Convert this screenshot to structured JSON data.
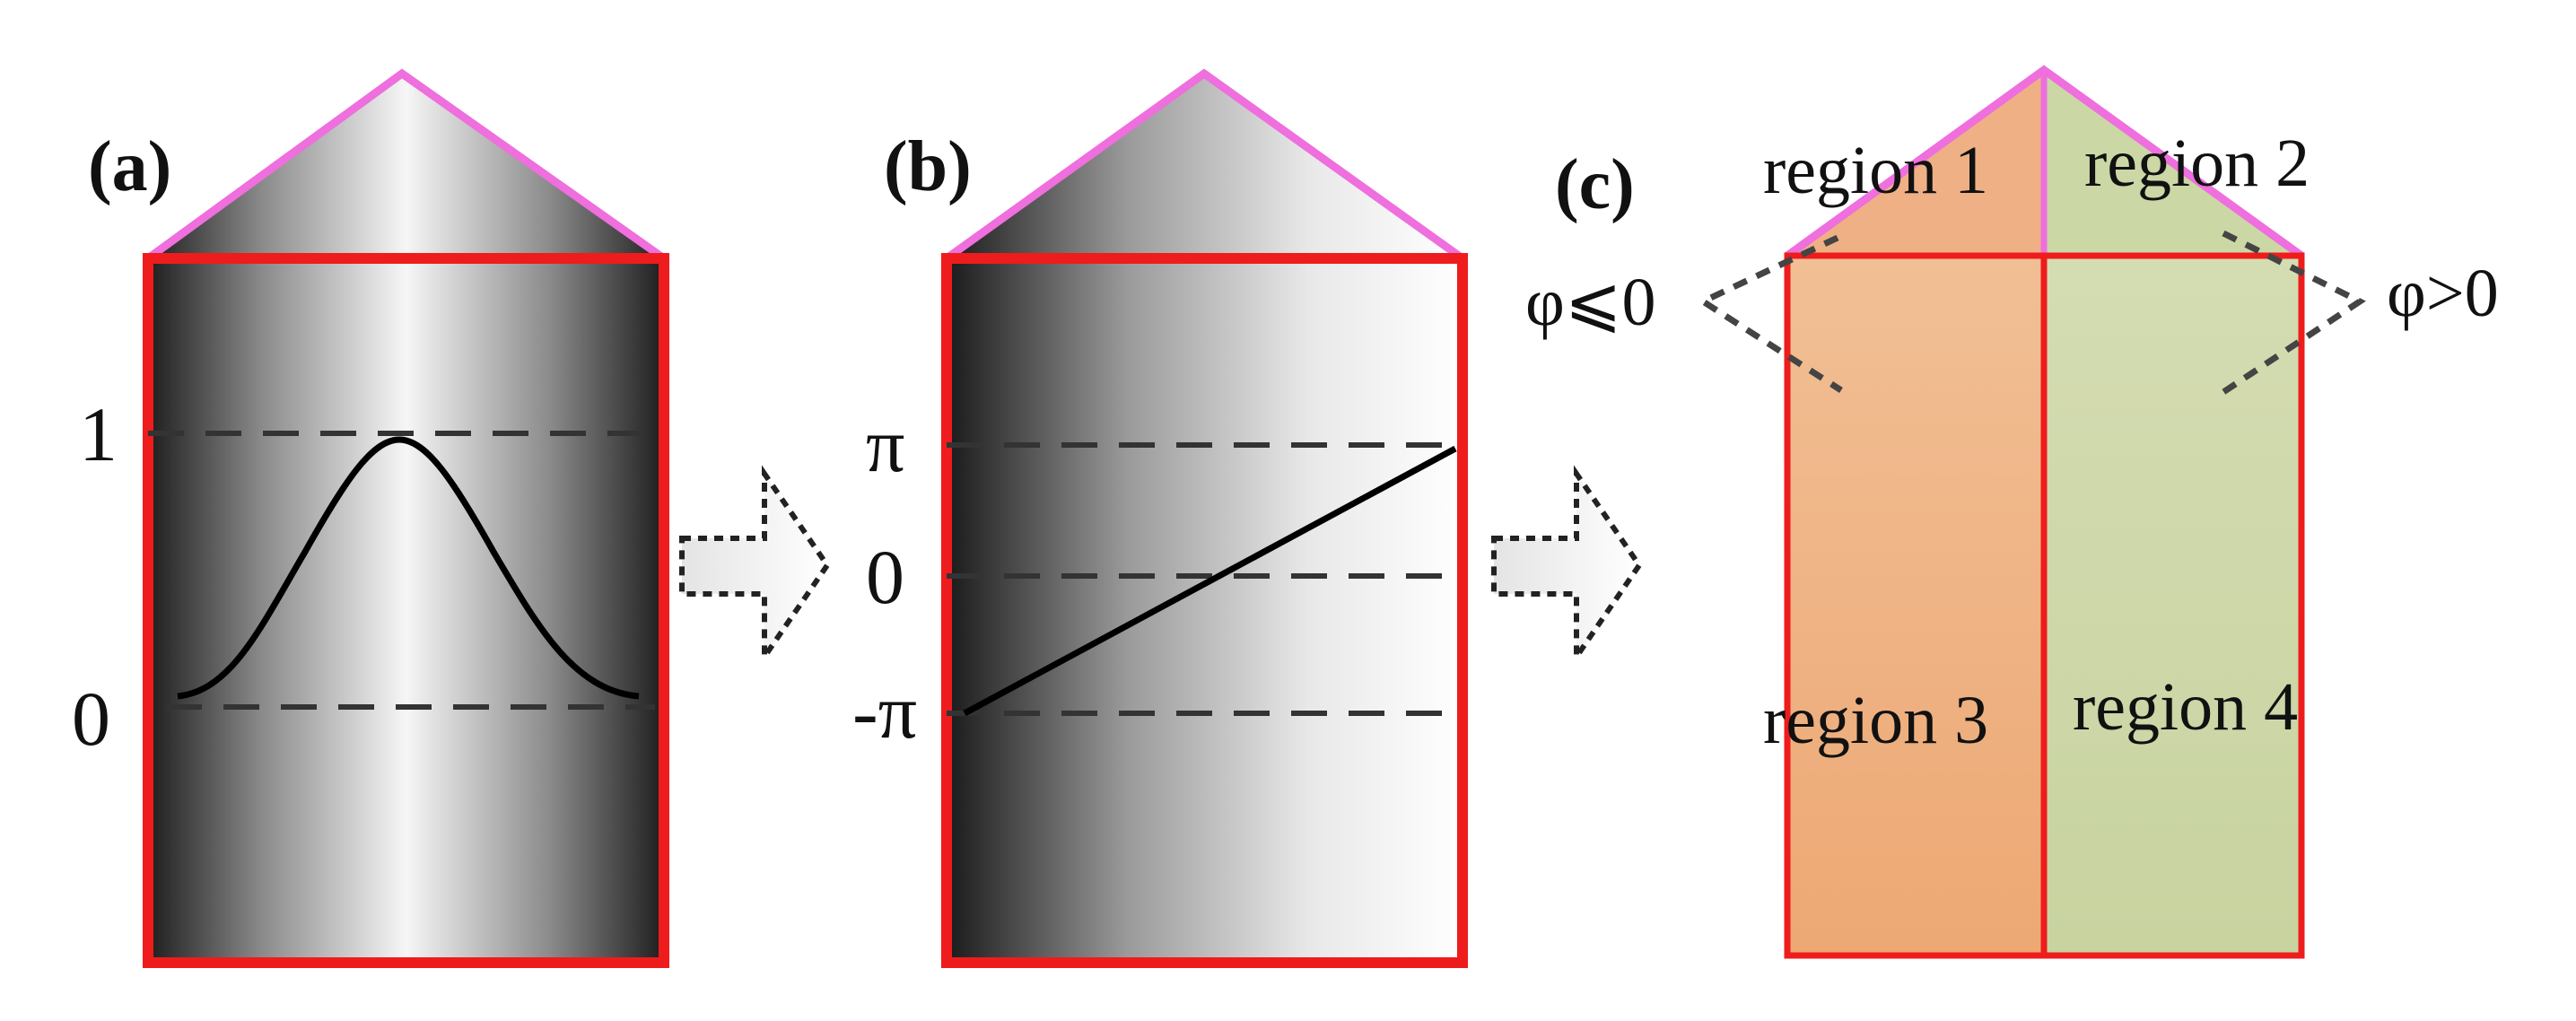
{
  "panels": {
    "a": {
      "label": "(a)",
      "levels": [
        "1",
        "0"
      ]
    },
    "b": {
      "label": "(b)",
      "levels": [
        "π",
        "0",
        "-π"
      ]
    },
    "c": {
      "label": "(c)",
      "regions": [
        "region 1",
        "region 2",
        "region 3",
        "region 4"
      ],
      "conditions": [
        "φ⩽0",
        "φ>0"
      ]
    }
  },
  "colors": {
    "outline": "#ee1c1c",
    "roof_outline": "#ee6fdd",
    "region_left": "#efaa75",
    "region_right": "#cdd8a8",
    "curve": "#000000",
    "dash": "#333333"
  }
}
